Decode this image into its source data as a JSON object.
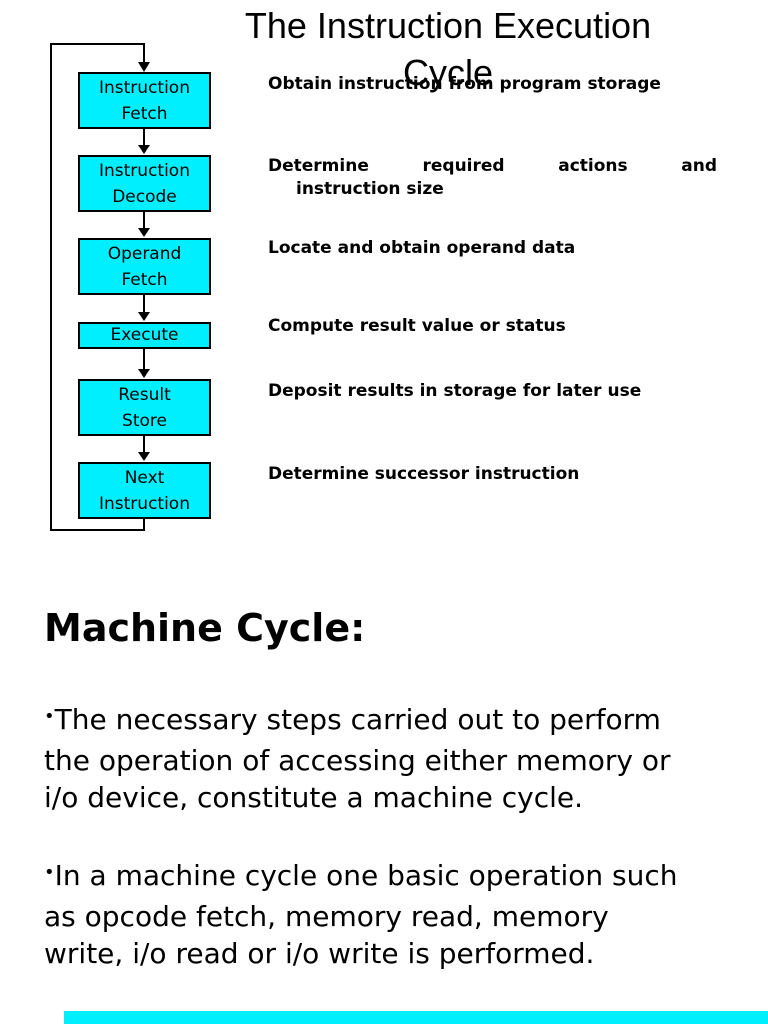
{
  "title": {
    "line1": "The Instruction Execution",
    "line2": "Cycle"
  },
  "flow": {
    "box_fill_color": "#00efff",
    "box_border_color": "#000000",
    "boxes": [
      {
        "lines": [
          "Instruction",
          "Fetch"
        ]
      },
      {
        "lines": [
          "Instruction",
          "Decode"
        ]
      },
      {
        "lines": [
          "Operand",
          "Fetch"
        ]
      },
      {
        "lines": [
          "Execute"
        ]
      },
      {
        "lines": [
          "Result",
          "Store"
        ]
      },
      {
        "lines": [
          "Next",
          "Instruction"
        ]
      }
    ],
    "descriptions": [
      "Obtain instruction from program storage",
      {
        "line1_words": [
          "Determine",
          "required",
          "actions",
          "and"
        ],
        "line2": "instruction size"
      },
      "Locate and obtain operand data",
      "Compute result value or status",
      "Deposit results in storage for later use",
      "Determine successor instruction"
    ]
  },
  "section": {
    "heading": "Machine Cycle:",
    "bullets": [
      {
        "marker": "•",
        "lines": [
          "The necessary steps carried out to perform",
          "the operation of accessing either memory or",
          "i/o device, constitute a machine cycle."
        ]
      },
      {
        "marker": "•",
        "lines": [
          "In a machine cycle one basic operation such",
          "as opcode fetch, memory read, memory",
          "write, i/o read or i/o write is performed."
        ]
      }
    ]
  },
  "footer": {
    "next_page_strip_color": "#00efff"
  }
}
